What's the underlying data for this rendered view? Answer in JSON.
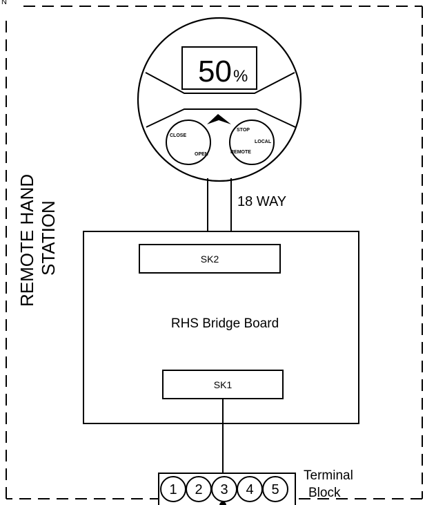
{
  "display": {
    "value": "50",
    "unit": "%"
  },
  "knobs": {
    "left": {
      "label_a": "CLOSE",
      "label_b": "OPEN"
    },
    "right": {
      "label_a": "STOP",
      "label_b": "LOCAL",
      "label_c": "REMOTE"
    }
  },
  "cable_label": "18 WAY",
  "side_title": {
    "line1": "REMOTE HAND",
    "line2": "STATION"
  },
  "board": {
    "title": "RHS Bridge Board",
    "sk2": "SK2",
    "sk1": "SK1"
  },
  "terminal_block": {
    "label_line1": "Terminal",
    "label_line2": "Block",
    "terminals": [
      "1",
      "2",
      "3",
      "4",
      "5"
    ]
  },
  "corner_fragment": "N",
  "colors": {
    "line": "#000000",
    "background": "#ffffff"
  }
}
